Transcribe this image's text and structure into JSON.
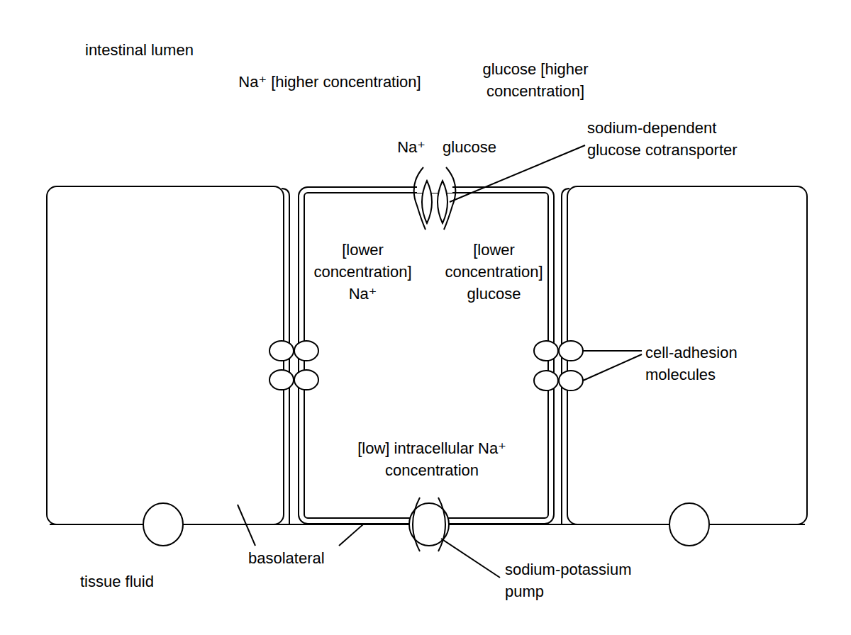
{
  "diagram": {
    "nodes": [
      {
        "text": [
          "[lower concentration] Na⁺",
          "[lower concentration] glucose",
          "[low] intracellular Na⁺ concentration"
        ]
      }
    ],
    "labels": [
      "intestinal lumen",
      "Na⁺ [higher concentration]",
      "glucose [higher concentration]",
      "Na⁺",
      "glucose",
      "sodium-dependent glucose cotransporter",
      "cell-adhesion molecules",
      "basolateral",
      "tissue fluid",
      "sodium-potassium pump"
    ]
  }
}
